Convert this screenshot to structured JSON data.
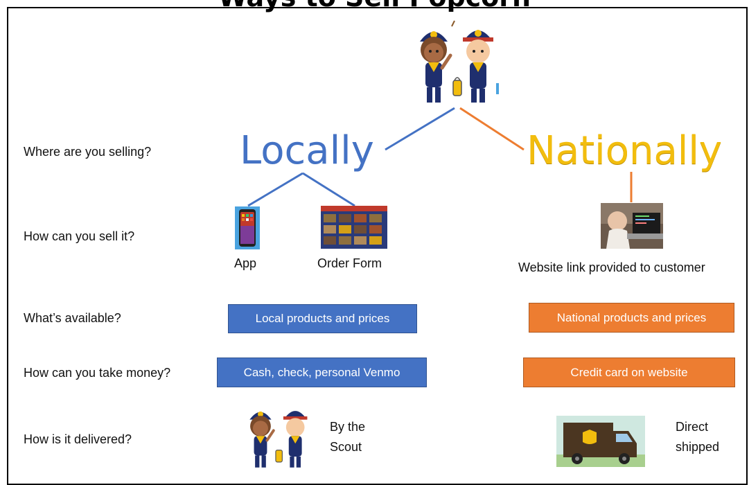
{
  "title": "Ways to Sell Popcorn",
  "questions": {
    "where": "Where are you selling?",
    "how_sell": "How can you sell it?",
    "available": "What’s available?",
    "money": "How can you take money?",
    "delivered": "How is it delivered?"
  },
  "branches": {
    "local": "Locally",
    "national": "Nationally"
  },
  "methods": {
    "app": "App",
    "order_form": "Order Form",
    "website": "Website link provided to customer"
  },
  "available": {
    "local": "Local products and prices",
    "national": "National products and prices"
  },
  "money": {
    "local": "Cash, check, personal Venmo",
    "national": "Credit card on website"
  },
  "delivery": {
    "local_line1": "By the",
    "local_line2": "Scout",
    "national_line1": "Direct",
    "national_line2": "shipped"
  },
  "colors": {
    "local": "#4472c4",
    "national_text": "#f2bd0e",
    "national_box": "#ed7d31"
  },
  "icons": [
    "scouts-illustration",
    "phone-icon",
    "order-form-thumbnail",
    "laptop-photo",
    "delivery-truck-icon"
  ]
}
